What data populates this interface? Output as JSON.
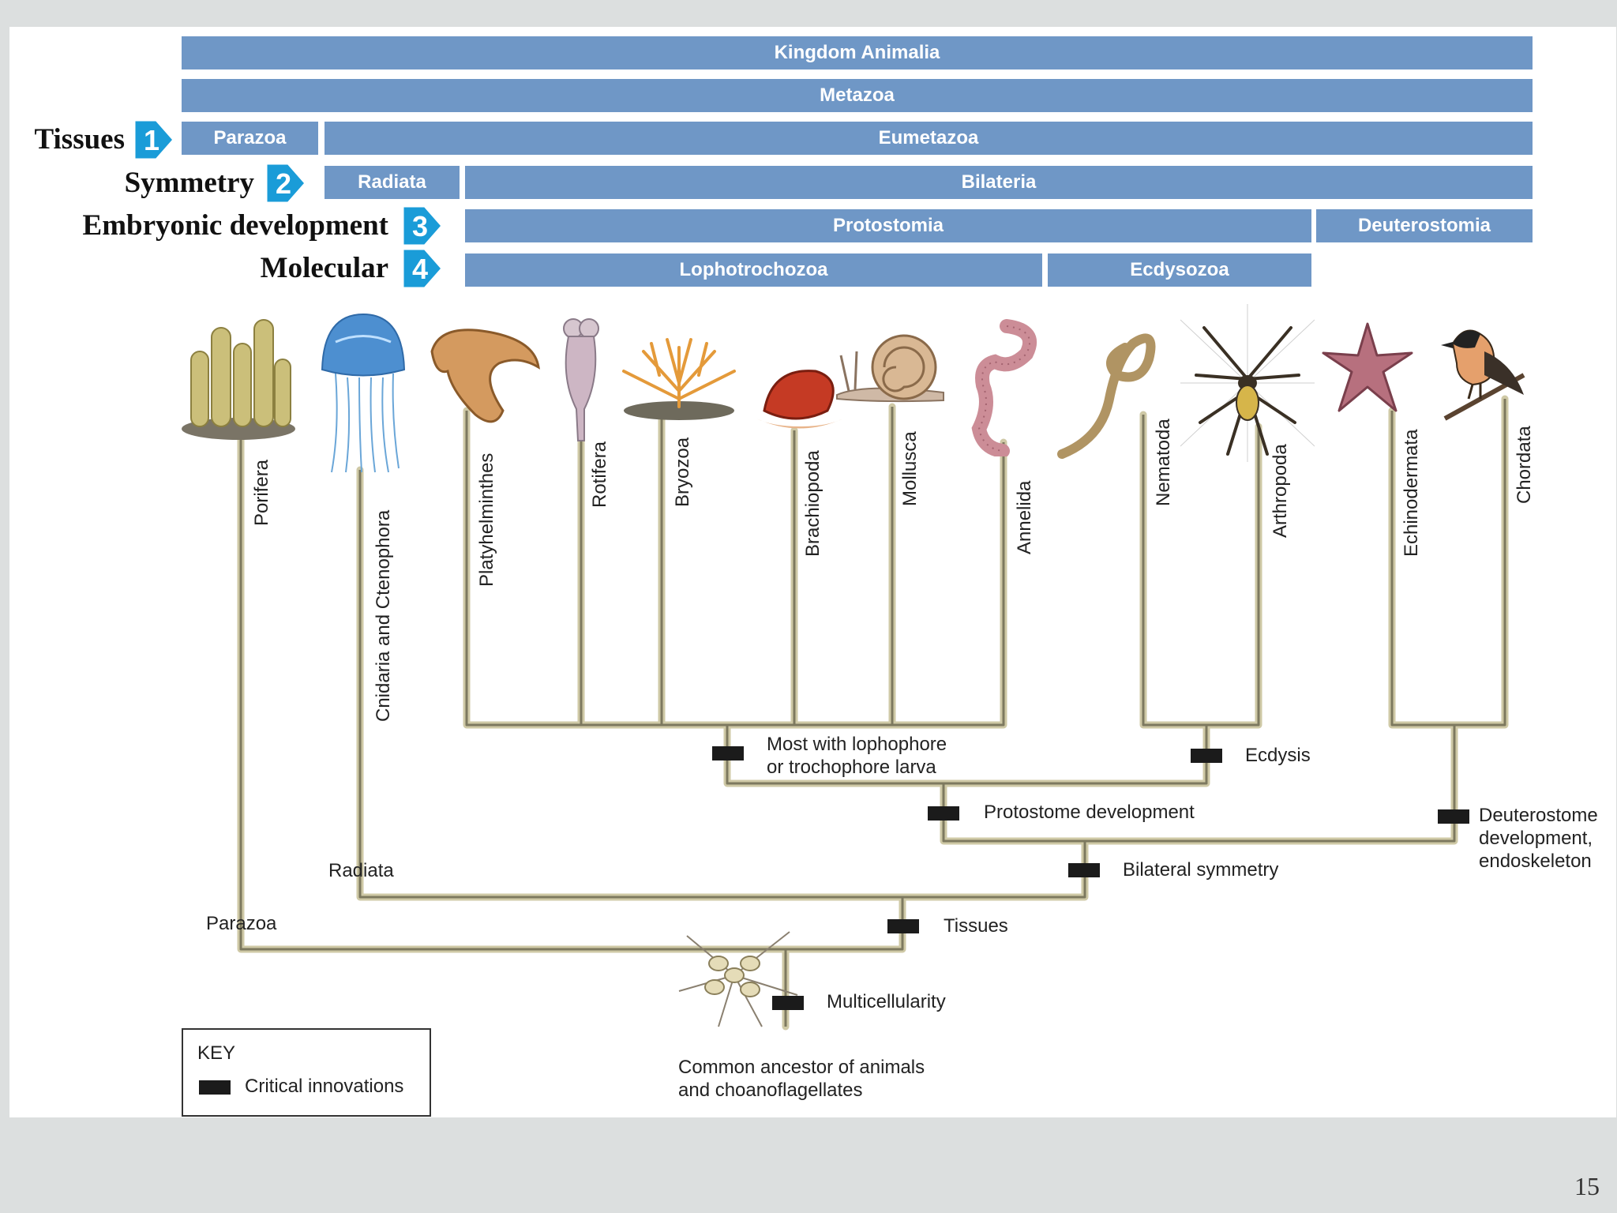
{
  "taxonomy_bars": {
    "kingdom": "Kingdom Animalia",
    "metazoa": "Metazoa",
    "parazoa": "Parazoa",
    "eumetazoa": "Eumetazoa",
    "radiata": "Radiata",
    "bilateria": "Bilateria",
    "protostomia": "Protostomia",
    "deuterostomia": "Deuterostomia",
    "lophotrochozoa": "Lophotrochozoa",
    "ecdysozoa": "Ecdysozoa"
  },
  "bar_color": "#6f97c6",
  "badge_color": "#1a9cd8",
  "criteria": [
    {
      "label": "Tissues",
      "number": "1"
    },
    {
      "label": "Symmetry",
      "number": "2"
    },
    {
      "label": "Embryonic development",
      "number": "3"
    },
    {
      "label": "Molecular",
      "number": "4"
    }
  ],
  "phyla": [
    "Porifera",
    "Cnidaria and Ctenophora",
    "Platyhelminthes",
    "Rotifera",
    "Bryozoa",
    "Brachiopoda",
    "Mollusca",
    "Annelida",
    "Nematoda",
    "Arthropoda",
    "Echinodermata",
    "Chordata"
  ],
  "organism_icons": [
    "sponge-icon",
    "jellyfish-icon",
    "flatworm-icon",
    "rotifer-icon",
    "bryozoan-icon",
    "brachiopod-icon",
    "snail-icon",
    "earthworm-icon",
    "roundworm-icon",
    "spider-icon",
    "sea-star-icon",
    "bird-icon",
    "choanoflagellate-colony-icon"
  ],
  "innovations": {
    "lophophore_line1": "Most with lophophore",
    "lophophore_line2": "or trochophore larva",
    "ecdysis": "Ecdysis",
    "protostome": "Protostome development",
    "deuterostome_line1": "Deuterostome",
    "deuterostome_line2": "development,",
    "deuterostome_line3": "endoskeleton",
    "bilateral": "Bilateral symmetry",
    "tissues": "Tissues",
    "multicellularity": "Multicellularity"
  },
  "clade_labels": {
    "radiata": "Radiata",
    "parazoa": "Parazoa"
  },
  "ancestor": {
    "line1": "Common ancestor of animals",
    "line2": "and choanoflagellates"
  },
  "key": {
    "title": "KEY",
    "label": "Critical innovations"
  },
  "page_number": "15"
}
